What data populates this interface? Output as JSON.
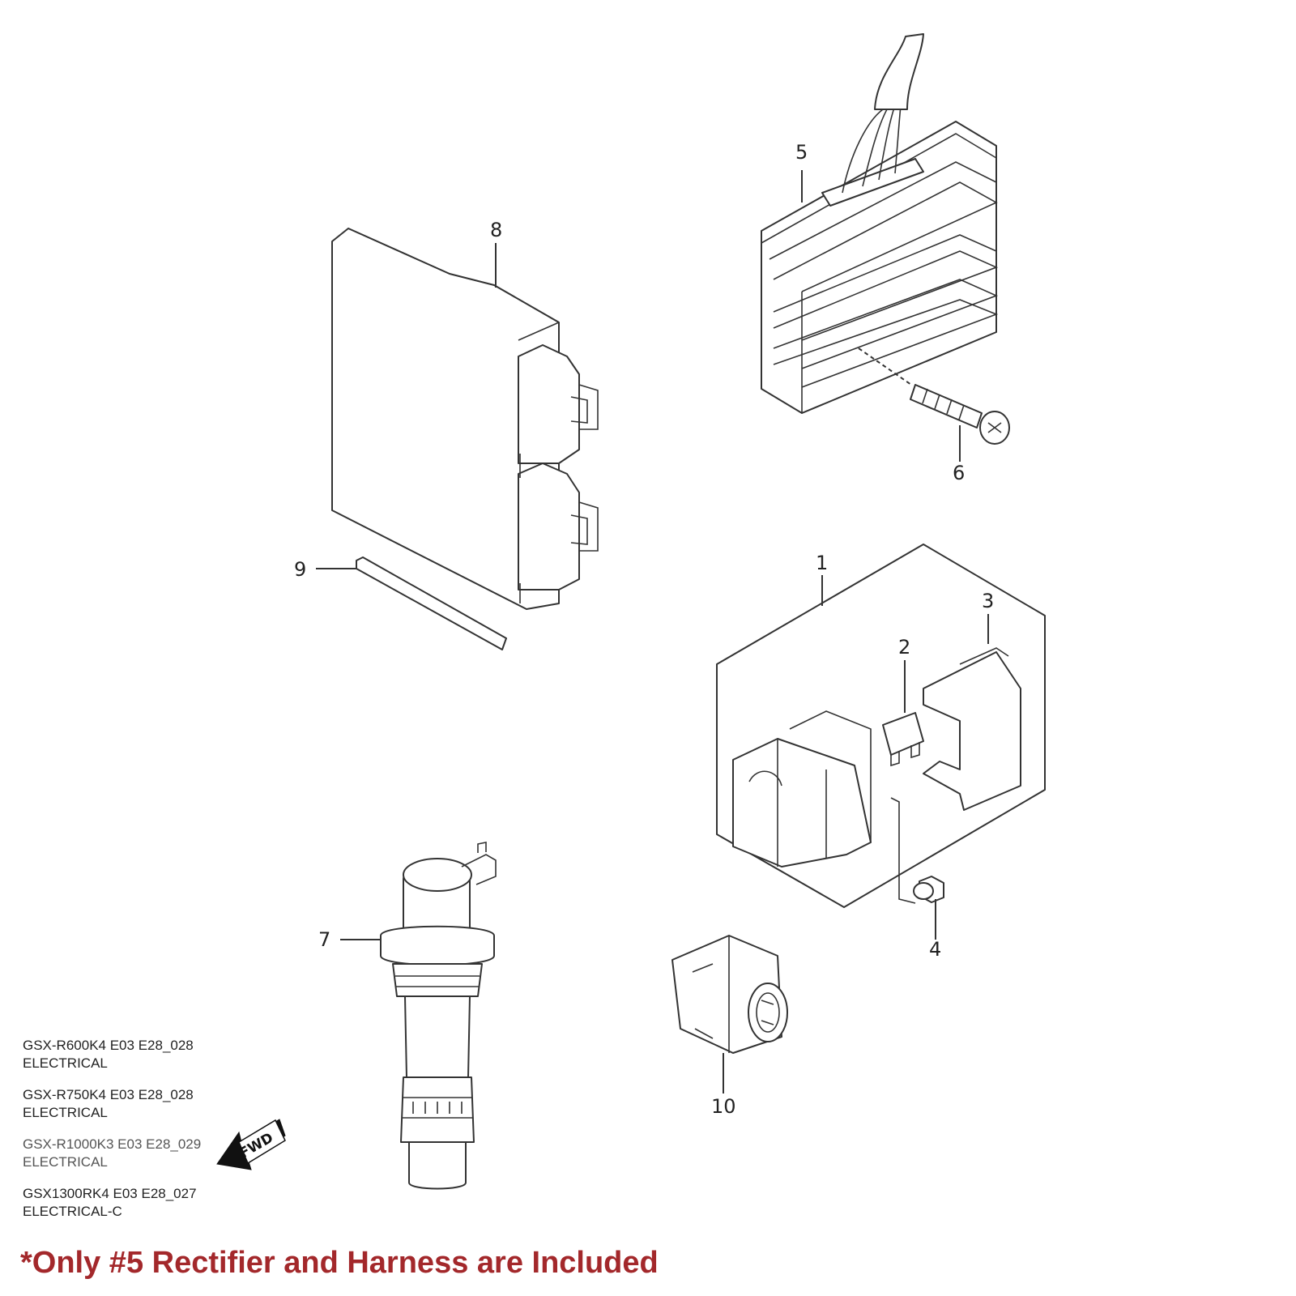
{
  "diagram": {
    "callouts": [
      {
        "id": "1",
        "label": "1"
      },
      {
        "id": "2",
        "label": "2"
      },
      {
        "id": "3",
        "label": "3"
      },
      {
        "id": "4",
        "label": "4"
      },
      {
        "id": "5",
        "label": "5"
      },
      {
        "id": "6",
        "label": "6"
      },
      {
        "id": "7",
        "label": "7"
      },
      {
        "id": "8",
        "label": "8"
      },
      {
        "id": "9",
        "label": "9"
      },
      {
        "id": "10",
        "label": "10"
      }
    ],
    "fwd_arrow": "FWD"
  },
  "references": [
    {
      "model": "GSX-R600K4 E03 E28_028",
      "section": "ELECTRICAL"
    },
    {
      "model": "GSX-R750K4 E03 E28_028",
      "section": "ELECTRICAL"
    },
    {
      "model": "GSX-R1000K3 E03 E28_029",
      "section": "ELECTRICAL"
    },
    {
      "model": "GSX1300RK4 E03 E28_027",
      "section": "ELECTRICAL-C"
    }
  ],
  "note": "*Only #5 Rectifier and Harness are Included",
  "colors": {
    "note": "#a3282b",
    "line": "#333333"
  }
}
